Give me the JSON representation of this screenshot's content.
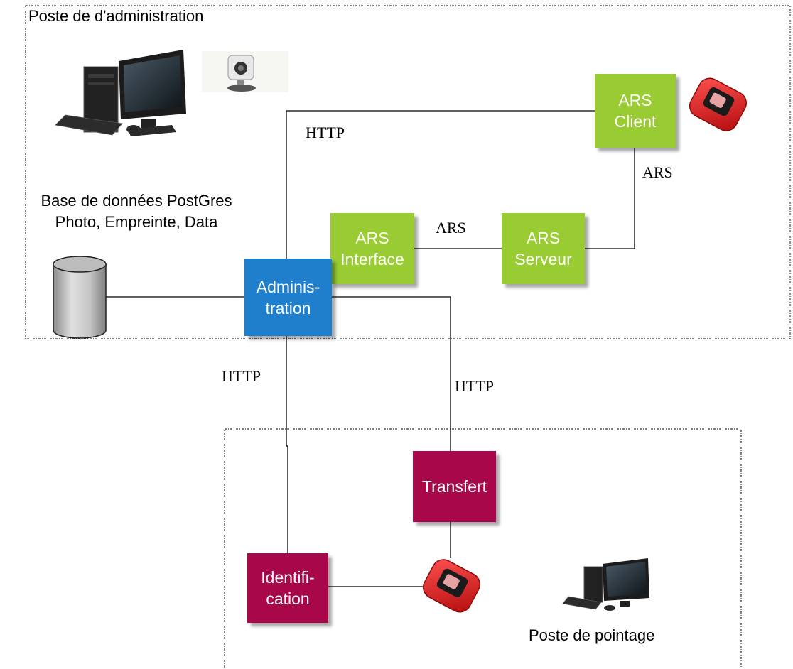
{
  "zones": {
    "admin_title": "Poste de d'administration",
    "pointage_title": "Poste de pointage"
  },
  "database": {
    "caption_line1": "Base de données PostGres",
    "caption_line2": "Photo, Empreinte, Data"
  },
  "nodes": {
    "ars_client": "ARS\nClient",
    "ars_interface": "ARS\nInterface",
    "ars_serveur": "ARS\nServeur",
    "administration": "Adminis-\ntration",
    "transfert": "Transfert",
    "identification": "Identifi-\ncation"
  },
  "edge_labels": {
    "http_top": "HTTP",
    "ars_right": "ARS",
    "ars_middle": "ARS",
    "http_left": "HTTP",
    "http_right": "HTTP"
  },
  "icons": {
    "admin_computer": "desktop-computer-icon",
    "camera": "webcam-icon",
    "reader_top": "fingerprint-reader-icon",
    "reader_bottom": "fingerprint-reader-icon",
    "pointage_computer": "desktop-computer-icon",
    "database": "database-cylinder-icon"
  },
  "colors": {
    "ars_nodes": "#99cc33",
    "administration_node": "#1f7fcc",
    "pointage_nodes": "#a8084a",
    "reader_body": "#d11a1a"
  }
}
